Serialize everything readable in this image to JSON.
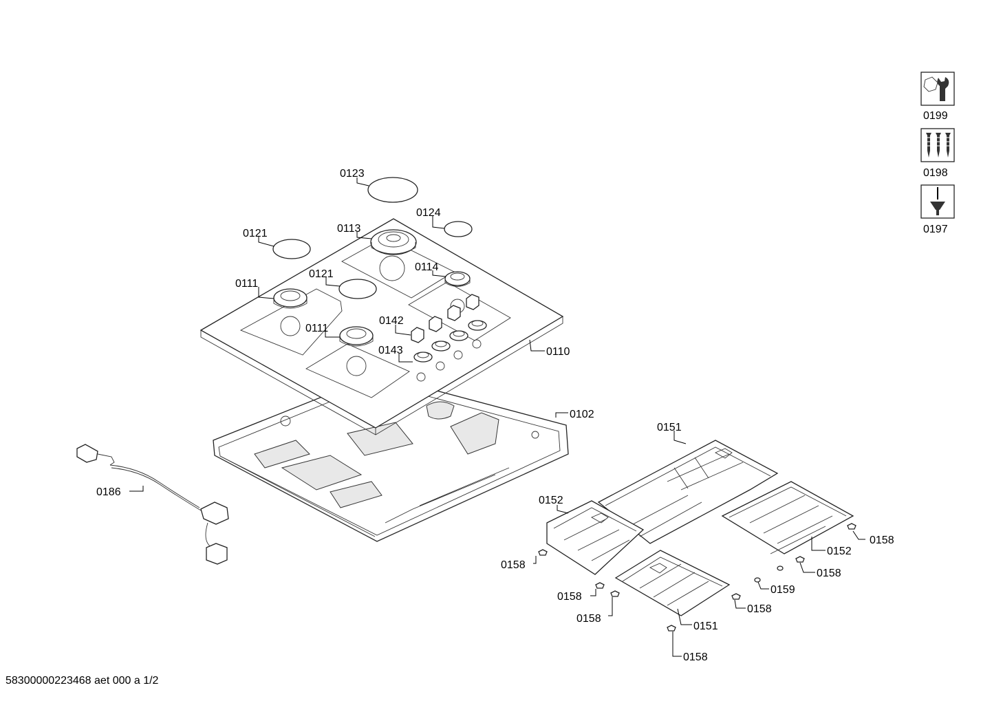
{
  "footer": "58300000223468 aet 000 a 1/2",
  "labels": {
    "p0123": "0123",
    "p0124": "0124",
    "p0121a": "0121",
    "p0113": "0113",
    "p0121b": "0121",
    "p0114": "0114",
    "p0111a": "0111",
    "p0142": "0142",
    "p0111b": "0111",
    "p0143": "0143",
    "p0110": "0110",
    "p0102": "0102",
    "p0186": "0186",
    "p0151a": "0151",
    "p0152a": "0152",
    "p0158a": "0158",
    "p0158b": "0158",
    "p0158c": "0158",
    "p0152b": "0152",
    "p0158d": "0158",
    "p0158e": "0158",
    "p0159": "0159",
    "p0158f": "0158",
    "p0151b": "0151",
    "p0158g": "0158"
  },
  "toolbox": [
    {
      "label": "0199",
      "icon": "wrench-nut-icon"
    },
    {
      "label": "0198",
      "icon": "screws-icon"
    },
    {
      "label": "0197",
      "icon": "screwdriver-icon"
    }
  ]
}
